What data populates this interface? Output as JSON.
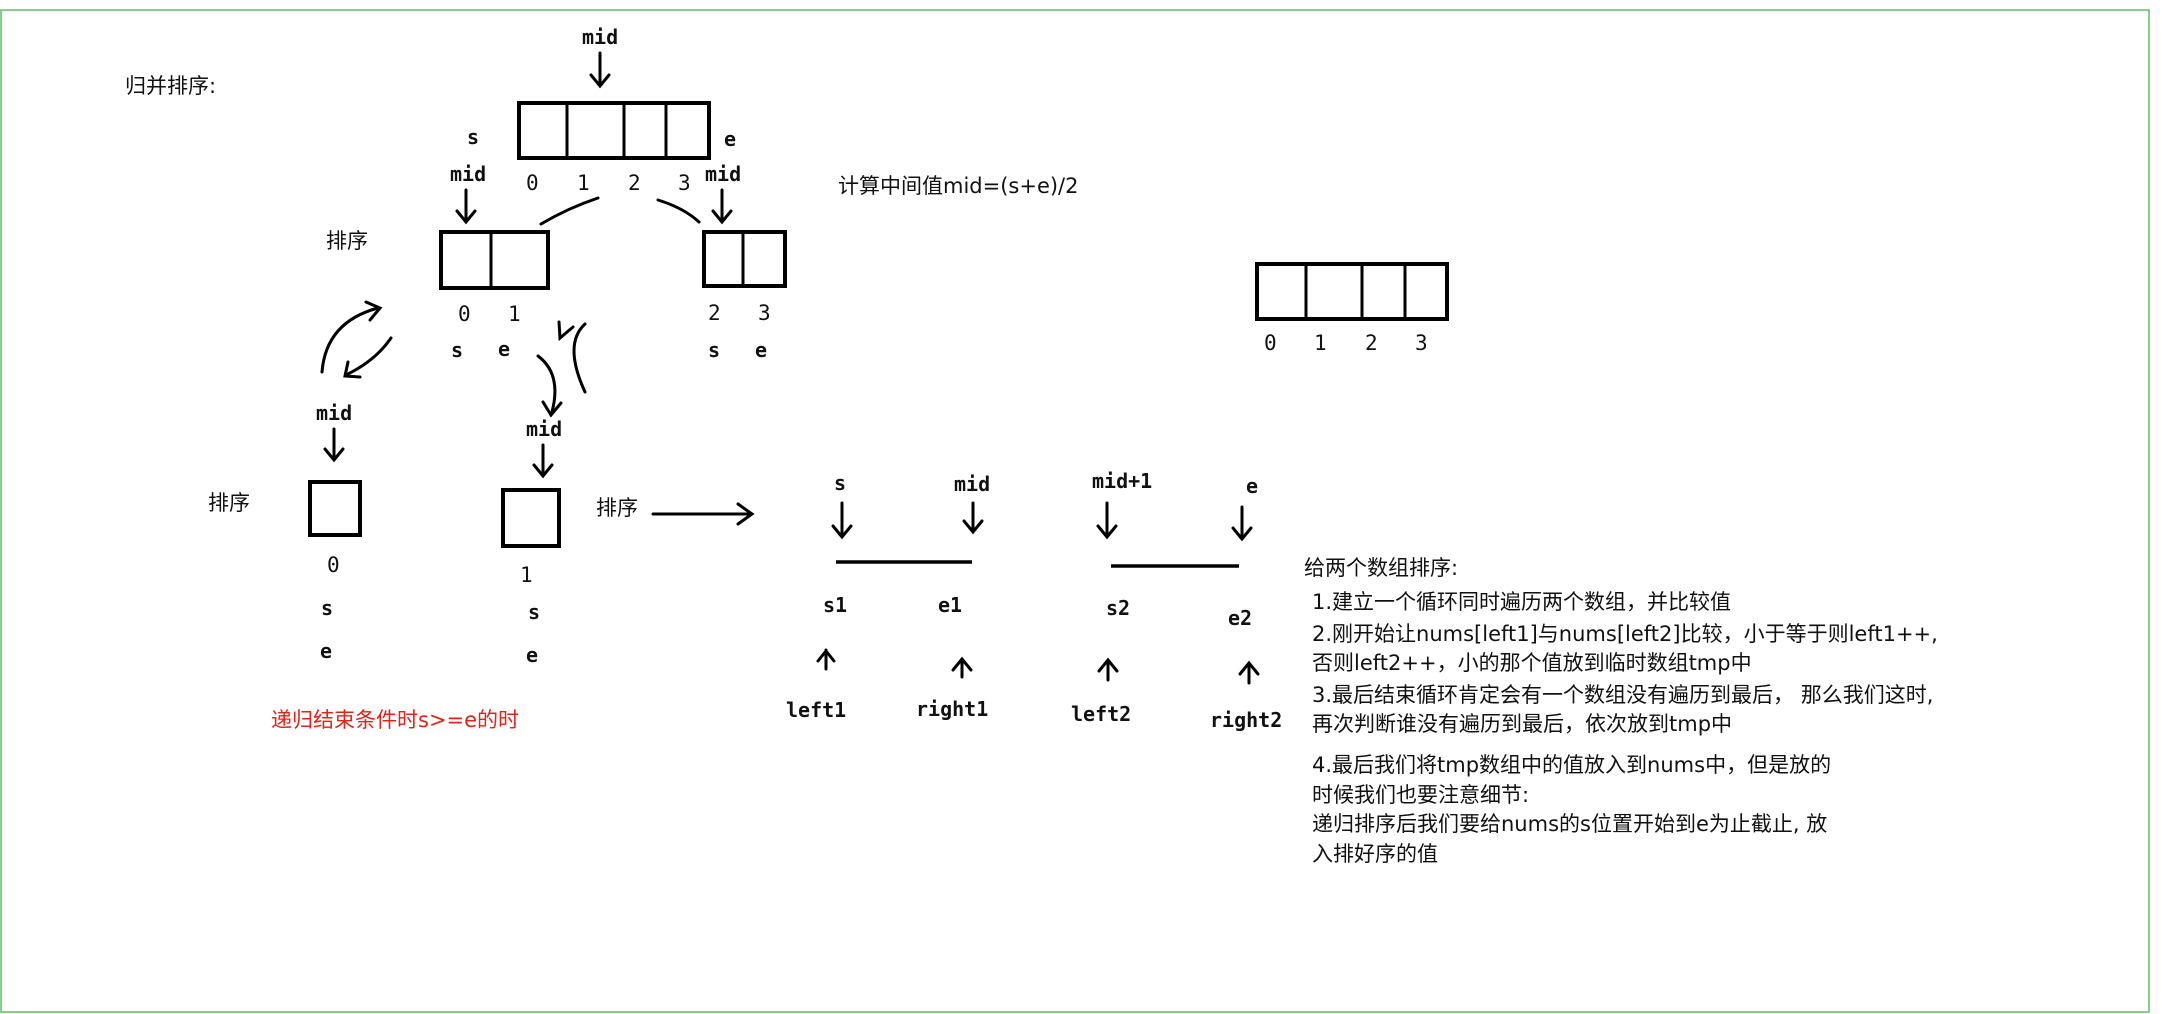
{
  "title": "归并排序:",
  "mid_formula": "计算中间值mid=(s+e)/2",
  "labels": {
    "mid": "mid",
    "s": "s",
    "e": "e",
    "sort": "排序",
    "mid_plus_1": "mid+1",
    "s1": "s1",
    "e1": "e1",
    "s2": "s2",
    "e2": "e2",
    "left1": "left1",
    "right1": "right1",
    "left2": "left2",
    "right2": "right2"
  },
  "indices": {
    "root": [
      "0",
      "1",
      "2",
      "3"
    ],
    "left": [
      "0",
      "1"
    ],
    "right": [
      "2",
      "3"
    ],
    "leaf0": "0",
    "leaf1": "1",
    "standalone": [
      "0",
      "1",
      "2",
      "3"
    ]
  },
  "recursion_end": "递归结束条件时s>=e的时",
  "merge_notes": {
    "heading": "给两个数组排序:",
    "lines": [
      "1.建立一个循环同时遍历两个数组，并比较值",
      "2.刚开始让nums[left1]与nums[left2]比较，小于等于则left1++,",
      "否则left2++，小的那个值放到临时数组tmp中",
      "3.最后结束循环肯定会有一个数组没有遍历到最后， 那么我们这时,",
      "再次判断谁没有遍历到最后，依次放到tmp中",
      "4.最后我们将tmp数组中的值放入到nums中，但是放的",
      "时候我们也要注意细节:",
      "递归排序后我们要给nums的s位置开始到e为止截止, 放",
      "入排好序的值"
    ]
  },
  "colors": {
    "ink": "#111111",
    "red": "#e2231a",
    "frame": "#5fbf5f"
  }
}
